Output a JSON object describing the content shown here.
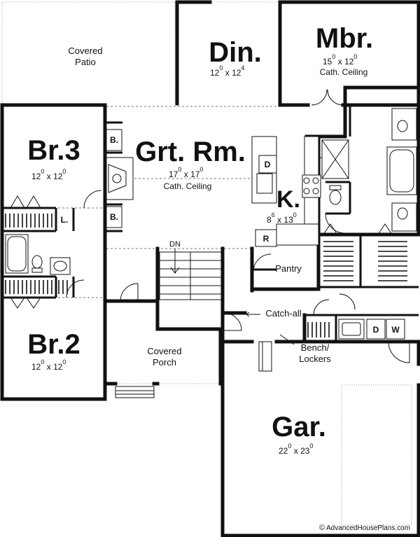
{
  "rooms": {
    "covered_patio": {
      "line1": "Covered",
      "line2": "Patio"
    },
    "dining": {
      "name": "Din.",
      "w": "12",
      "w_sup": "0",
      "h": "12",
      "h_sup": "4"
    },
    "master": {
      "name": "Mbr.",
      "w": "15",
      "w_sup": "0",
      "h": "12",
      "h_sup": "0",
      "note": "Cath. Ceiling"
    },
    "bedroom3": {
      "name": "Br.3",
      "w": "12",
      "w_sup": "0",
      "h": "12",
      "h_sup": "0"
    },
    "great_room": {
      "name": "Grt. Rm.",
      "w": "17",
      "w_sup": "0",
      "h": "17",
      "h_sup": "0",
      "note": "Cath. Ceiling"
    },
    "kitchen": {
      "name": "K.",
      "w": "8",
      "w_sup": "6",
      "h": "13",
      "h_sup": "0"
    },
    "bedroom2": {
      "name": "Br.2",
      "w": "12",
      "w_sup": "0",
      "h": "12",
      "h_sup": "0"
    },
    "covered_porch": {
      "line1": "Covered",
      "line2": "Porch"
    },
    "garage": {
      "name": "Gar.",
      "w": "22",
      "w_sup": "0",
      "h": "23",
      "h_sup": "0"
    }
  },
  "labels": {
    "bookcase": "B.",
    "linen": "L.",
    "dishwasher": "D",
    "refrigerator": "R",
    "stairs_down": "DN",
    "pantry": "Pantry",
    "catch_all": "Catch-all",
    "bench_line1": "Bench/",
    "bench_line2": "Lockers",
    "dryer": "D",
    "washer": "W",
    "dim_sep": "x"
  },
  "copyright": {
    "symbol": "©",
    "text": "AdvancedHousePlans.com"
  }
}
